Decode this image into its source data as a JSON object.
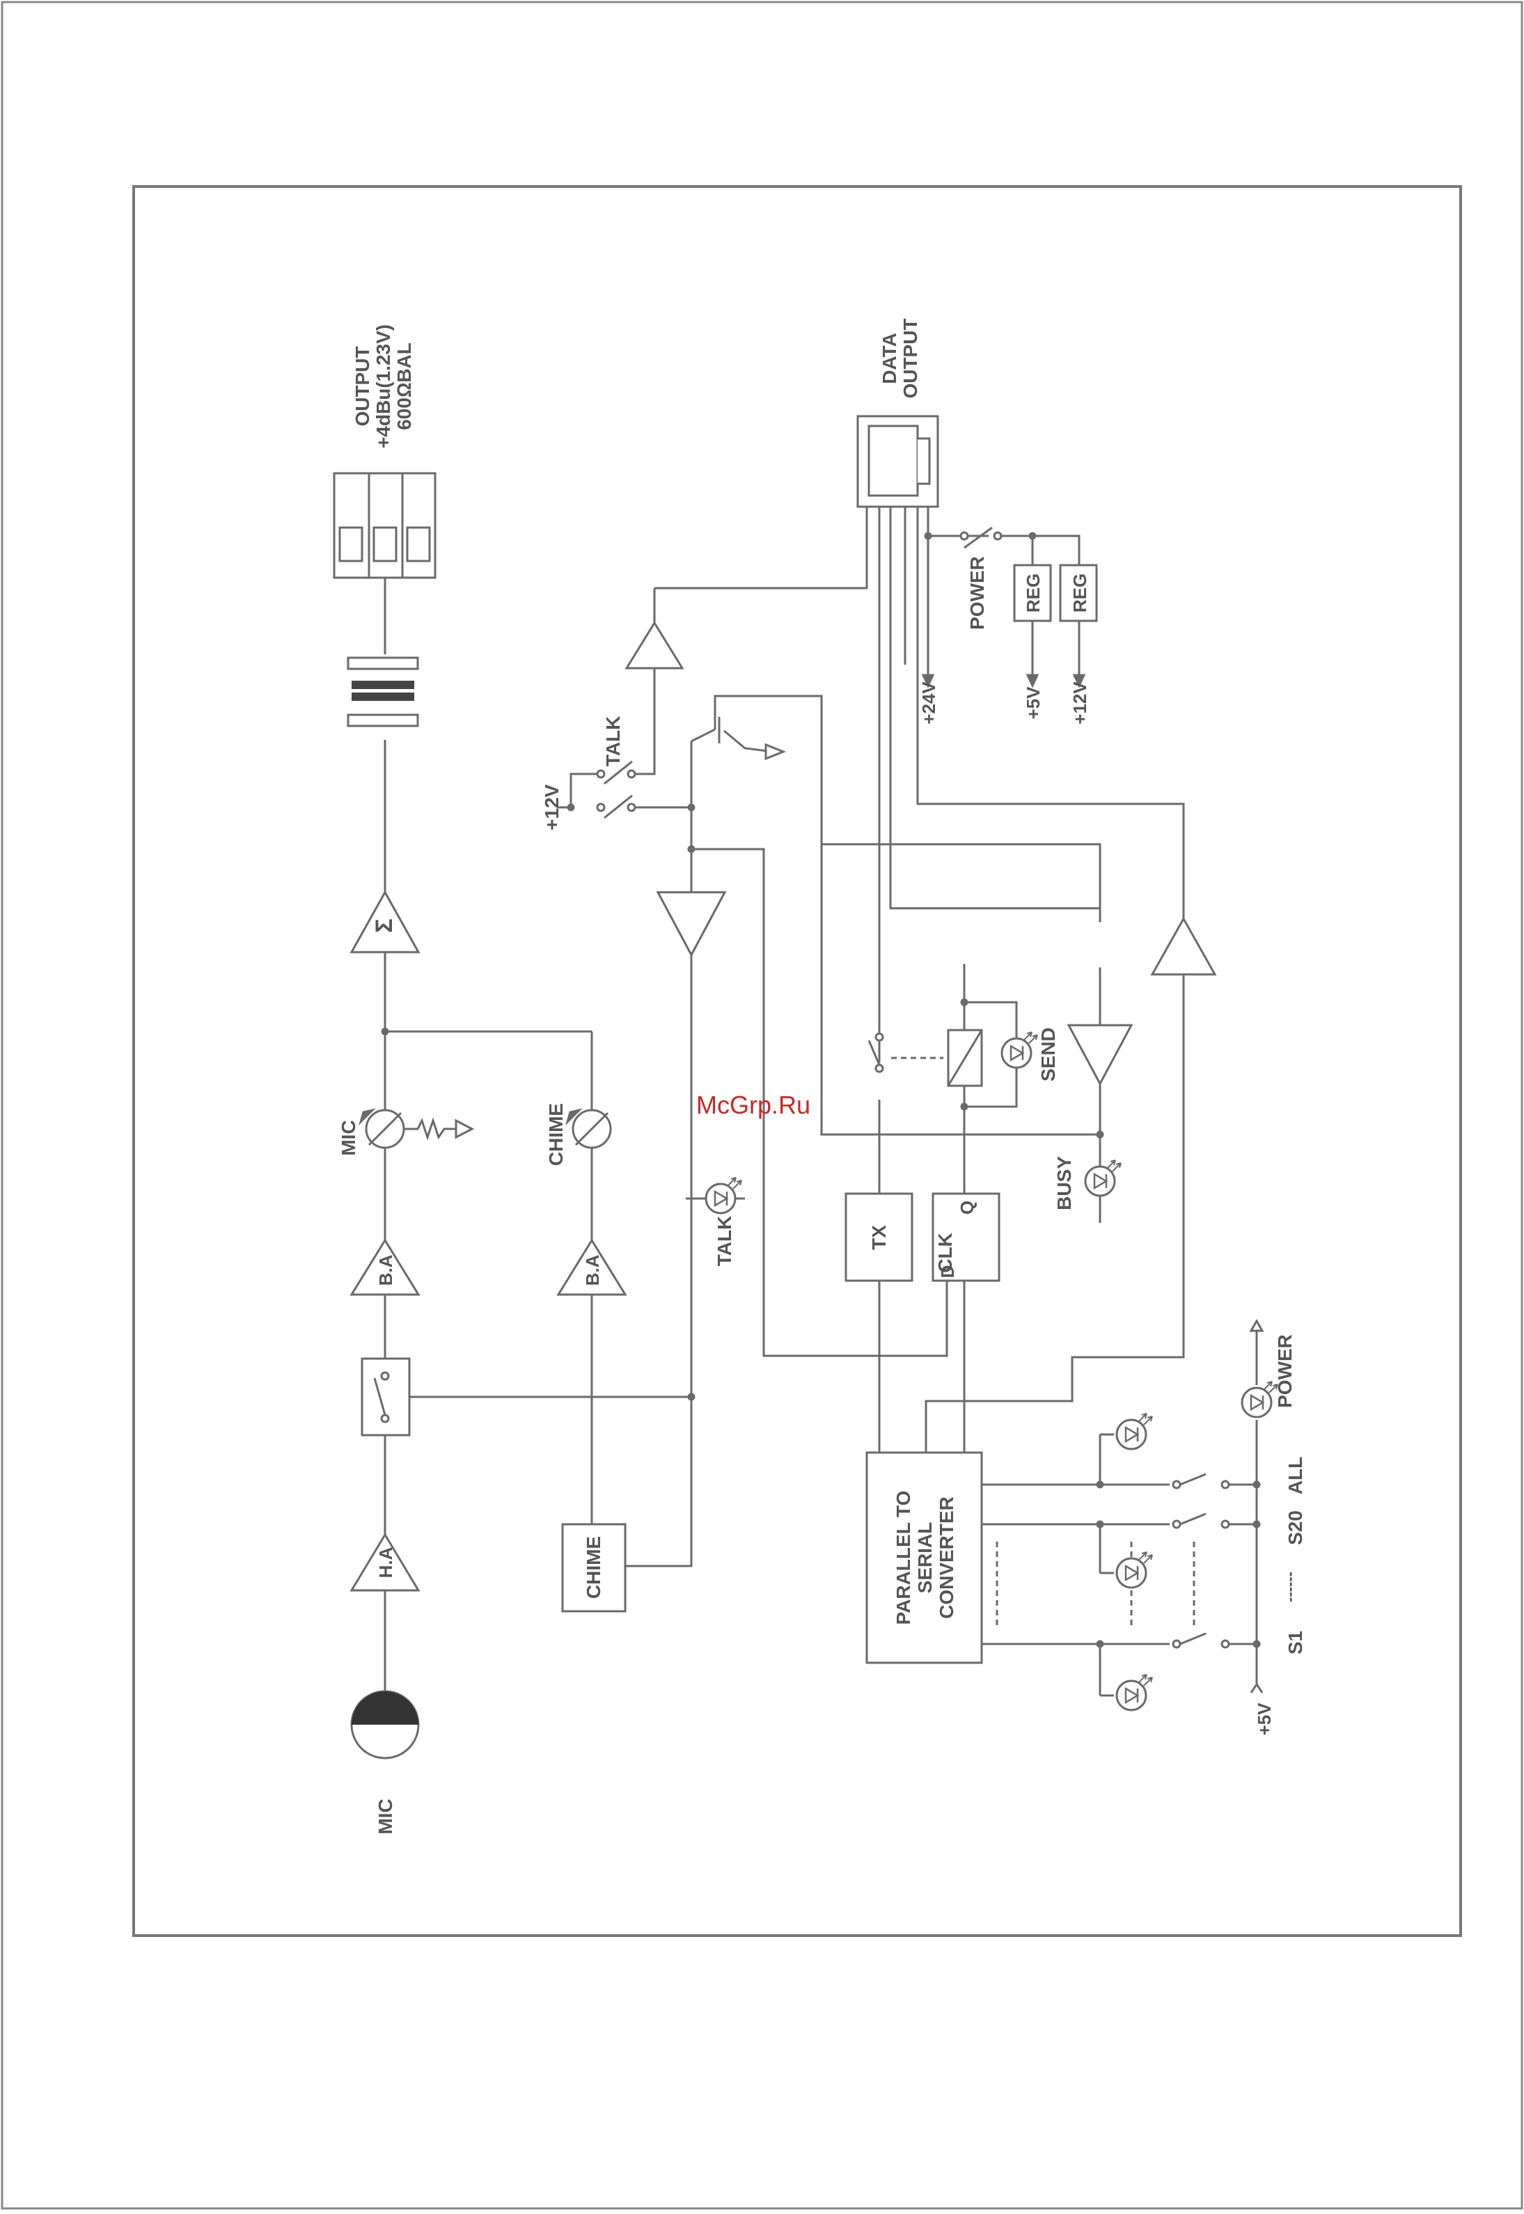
{
  "labels": {
    "output": [
      "OUTPUT",
      "+4dBu(1.23V)",
      "600ΩBAL"
    ],
    "data_output": [
      "DATA",
      "OUTPUT"
    ],
    "mic_source": "MIC",
    "ha": "H.A",
    "ba_mic": "B.A",
    "mic_vol": "MIC",
    "sum": "Σ",
    "chime_block": "CHIME",
    "ba_chime": "B.A",
    "chime_vol": "CHIME",
    "talk_switch": "TALK",
    "plus12v_talk": "+12V",
    "talk_led": "TALK",
    "tx": "TX",
    "dff": [
      "D",
      "CLK",
      "Q"
    ],
    "send": "SEND",
    "busy": "BUSY",
    "power_switch": "POWER",
    "reg": "REG",
    "plus24v": "+24V",
    "plus5v_out": "+5V",
    "plus12v_out": "+12V",
    "converter": [
      "PARALLEL TO",
      "SERIAL",
      "CONVERTER"
    ],
    "plus5v_in": "+5V",
    "s1": "S1",
    "s20": "S20",
    "all": "ALL",
    "power_led": "POWER"
  },
  "watermark": "McGrp.Ru",
  "colors": {
    "line": "#6a6a6a",
    "text": "#555555",
    "watermark": "#c42a2a",
    "border": "#777777"
  }
}
